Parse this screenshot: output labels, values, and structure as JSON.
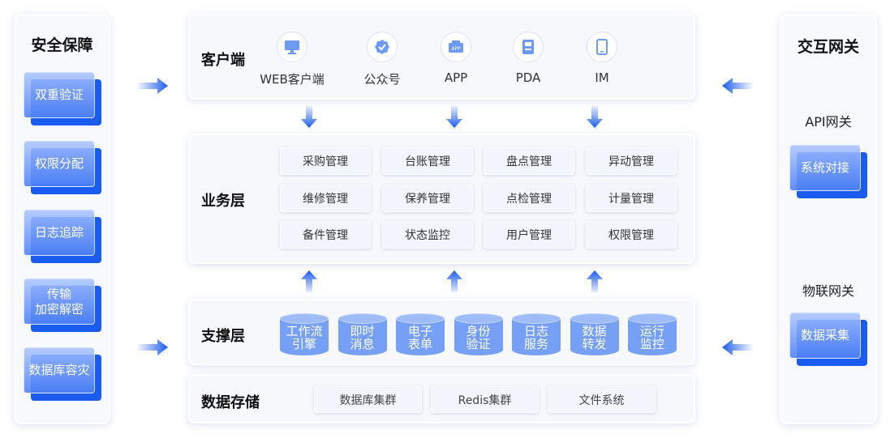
{
  "security": {
    "title": "安全保障",
    "items": [
      "双重验证",
      "权限分配",
      "日志追踪",
      "传输\n加密解密",
      "数据库容灾"
    ]
  },
  "client": {
    "title": "客户端",
    "items": [
      {
        "label": "WEB客户端",
        "icon": "monitor-icon"
      },
      {
        "label": "公众号",
        "icon": "verified-badge-icon"
      },
      {
        "label": "APP",
        "icon": "app-icon"
      },
      {
        "label": "PDA",
        "icon": "pda-device-icon"
      },
      {
        "label": "IM",
        "icon": "mobile-phone-icon"
      }
    ]
  },
  "business": {
    "title": "业务层",
    "modules": [
      "采购管理",
      "台账管理",
      "盘点管理",
      "异动管理",
      "维修管理",
      "保养管理",
      "点检管理",
      "计量管理",
      "备件管理",
      "状态监控",
      "用户管理",
      "权限管理"
    ]
  },
  "support": {
    "title": "支撑层",
    "services": [
      "工作流\n引擎",
      "即时\n消息",
      "电子\n表单",
      "身份\n验证",
      "日志\n服务",
      "数据\n转发",
      "运行\n监控"
    ]
  },
  "storage": {
    "title": "数据存储",
    "items": [
      "数据库集群",
      "Redis集群",
      "文件系统"
    ]
  },
  "gateway": {
    "title": "交互网关",
    "api_label": "API网关",
    "api_card": "系统对接",
    "iot_label": "物联网关",
    "iot_card": "数据采集"
  },
  "colors": {
    "accent": "#1a5cf0",
    "cylinder": "#76a0f5"
  }
}
